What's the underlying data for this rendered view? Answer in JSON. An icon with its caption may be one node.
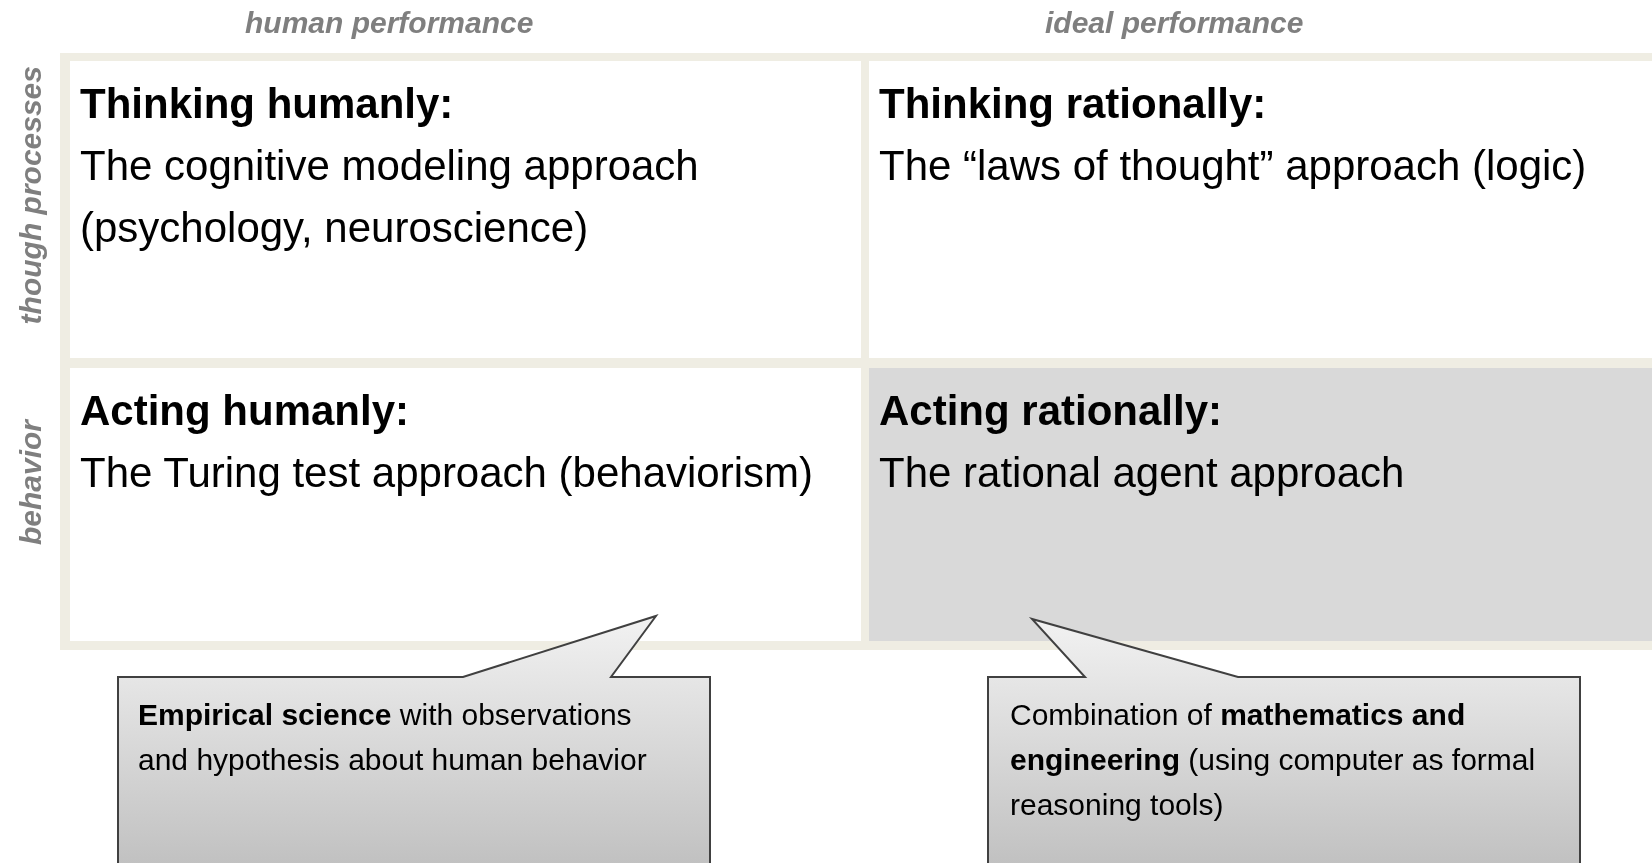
{
  "diagram": {
    "nodes": [
      {
        "text": [
          "Thinking humanly:",
          "The cognitive modeling approach (psychology, neuroscience)"
        ]
      },
      {
        "text": [
          "Thinking rationally:",
          "The “laws of thought” approach (logic)"
        ]
      },
      {
        "text": [
          "Acting humanly:",
          "The Turing test approach (behaviorism)"
        ]
      },
      {
        "text": [
          "Acting rationally:",
          "The rational agent approach"
        ]
      },
      {
        "text": [
          "**Empirical science** with observations and hypothesis about human behavior"
        ]
      },
      {
        "text": [
          "Combination of **mathematics and engineering** (using computer as formal reasoning tools)"
        ]
      }
    ],
    "edges": [],
    "labels": [
      "human performance",
      "ideal performance",
      "though processes",
      "behavior"
    ]
  }
}
